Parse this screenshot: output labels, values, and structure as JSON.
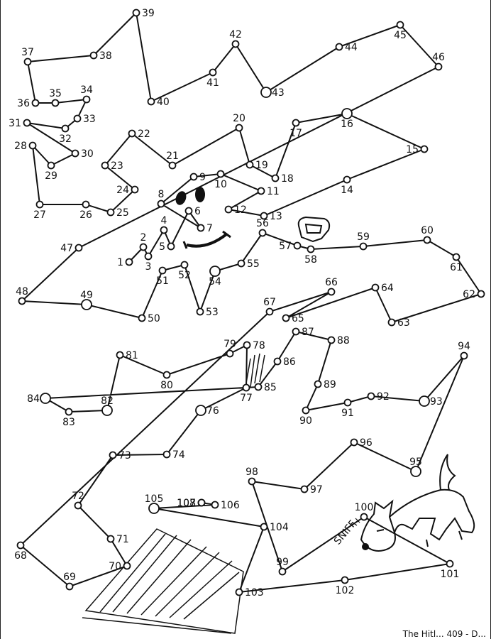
{
  "puzzle": {
    "footer_text": "The Hitl... 409 - D...",
    "sniff_text": "SNIFF",
    "dots": [
      {
        "n": "1"
      },
      {
        "n": "2"
      },
      {
        "n": "3"
      },
      {
        "n": "4"
      },
      {
        "n": "5"
      },
      {
        "n": "6"
      },
      {
        "n": "7"
      },
      {
        "n": "8"
      },
      {
        "n": "9"
      },
      {
        "n": "10"
      },
      {
        "n": "11"
      },
      {
        "n": "12"
      },
      {
        "n": "13"
      },
      {
        "n": "14"
      },
      {
        "n": "15"
      },
      {
        "n": "16"
      },
      {
        "n": "17"
      },
      {
        "n": "18"
      },
      {
        "n": "19"
      },
      {
        "n": "20"
      },
      {
        "n": "21"
      },
      {
        "n": "22"
      },
      {
        "n": "23"
      },
      {
        "n": "24"
      },
      {
        "n": "25"
      },
      {
        "n": "26"
      },
      {
        "n": "27"
      },
      {
        "n": "28"
      },
      {
        "n": "29"
      },
      {
        "n": "30"
      },
      {
        "n": "31"
      },
      {
        "n": "32"
      },
      {
        "n": "33"
      },
      {
        "n": "34"
      },
      {
        "n": "35"
      },
      {
        "n": "36"
      },
      {
        "n": "37"
      },
      {
        "n": "38"
      },
      {
        "n": "39"
      },
      {
        "n": "40"
      },
      {
        "n": "41"
      },
      {
        "n": "42"
      },
      {
        "n": "43"
      },
      {
        "n": "44"
      },
      {
        "n": "45"
      },
      {
        "n": "46"
      },
      {
        "n": "47"
      },
      {
        "n": "48"
      },
      {
        "n": "49"
      },
      {
        "n": "50"
      },
      {
        "n": "51"
      },
      {
        "n": "52"
      },
      {
        "n": "53"
      },
      {
        "n": "54"
      },
      {
        "n": "55"
      },
      {
        "n": "56"
      },
      {
        "n": "57"
      },
      {
        "n": "58"
      },
      {
        "n": "59"
      },
      {
        "n": "60"
      },
      {
        "n": "61"
      },
      {
        "n": "62"
      },
      {
        "n": "63"
      },
      {
        "n": "64"
      },
      {
        "n": "65"
      },
      {
        "n": "66"
      },
      {
        "n": "67"
      },
      {
        "n": "68"
      },
      {
        "n": "69"
      },
      {
        "n": "70"
      },
      {
        "n": "71"
      },
      {
        "n": "72"
      },
      {
        "n": "73"
      },
      {
        "n": "74"
      },
      {
        "n": "76"
      },
      {
        "n": "77"
      },
      {
        "n": "78"
      },
      {
        "n": "79"
      },
      {
        "n": "80"
      },
      {
        "n": "81"
      },
      {
        "n": "82"
      },
      {
        "n": "83"
      },
      {
        "n": "84"
      },
      {
        "n": "85"
      },
      {
        "n": "86"
      },
      {
        "n": "87"
      },
      {
        "n": "88"
      },
      {
        "n": "89"
      },
      {
        "n": "90"
      },
      {
        "n": "91"
      },
      {
        "n": "92"
      },
      {
        "n": "93"
      },
      {
        "n": "94"
      },
      {
        "n": "95"
      },
      {
        "n": "96"
      },
      {
        "n": "97"
      },
      {
        "n": "98"
      },
      {
        "n": "99"
      },
      {
        "n": "100"
      },
      {
        "n": "101"
      },
      {
        "n": "102"
      },
      {
        "n": "103"
      },
      {
        "n": "104"
      },
      {
        "n": "105"
      },
      {
        "n": "106"
      },
      {
        "n": "107"
      },
      {
        "n": "108"
      }
    ]
  }
}
